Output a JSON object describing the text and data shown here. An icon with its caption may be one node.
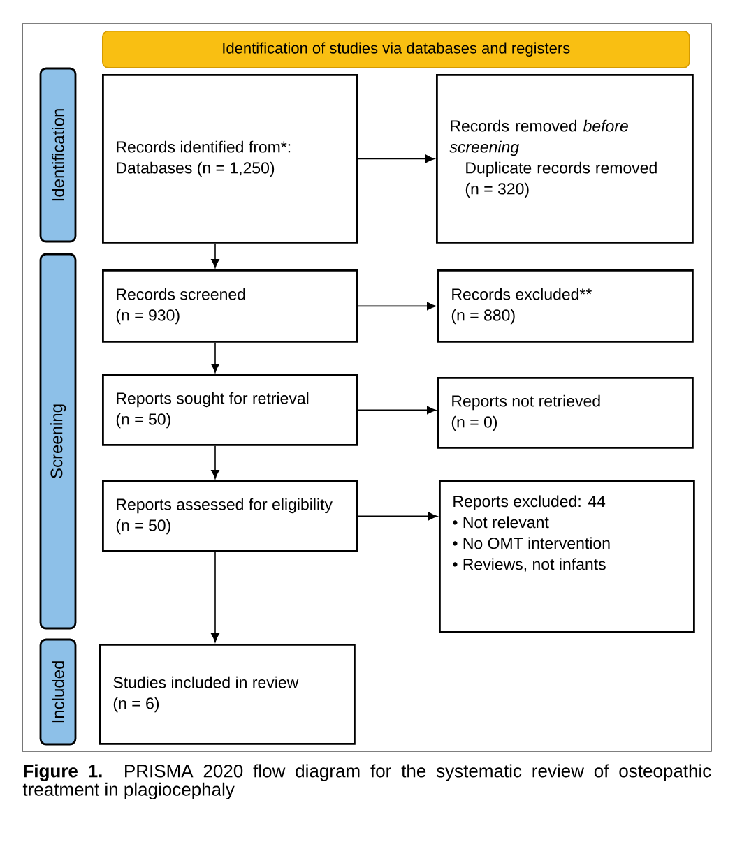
{
  "diagram": {
    "caption": "**Figure 1.** PRISMA 2020 flow diagram for the systematic review of osteopathic treatment in plagiocephaly",
    "nodes": [
      {
        "text": [
          "Identification of studies via databases and registers"
        ]
      },
      {
        "text": [
          "Identification"
        ]
      },
      {
        "text": [
          "Records identified from*:",
          "Databases (n = 1,250)"
        ]
      },
      {
        "text": [
          "Records removed *before screening*",
          "Duplicate records removed (n = 320)"
        ]
      },
      {
        "text": [
          "Screening"
        ]
      },
      {
        "text": [
          "Records screened",
          "(n = 930)"
        ]
      },
      {
        "text": [
          "Records excluded**",
          "(n = 880)"
        ]
      },
      {
        "text": [
          "Reports sought for retrieval",
          "(n = 50)"
        ]
      },
      {
        "text": [
          "Reports not retrieved",
          "(n = 0)"
        ]
      },
      {
        "text": [
          "Reports assessed for eligibility",
          "(n = 50)"
        ]
      },
      {
        "text": [
          "Reports excluded: 44",
          "• Not relevant",
          "• No OMT intervention",
          "• Reviews, not infants"
        ]
      },
      {
        "text": [
          "Included"
        ]
      },
      {
        "text": [
          "Studies included in review",
          "(n = 6)"
        ]
      }
    ],
    "edges": [
      {
        "from": 2,
        "to": 3,
        "arrow": "to"
      },
      {
        "from": 2,
        "to": 5,
        "arrow": "to"
      },
      {
        "from": 5,
        "to": 6,
        "arrow": "to"
      },
      {
        "from": 5,
        "to": 7,
        "arrow": "to"
      },
      {
        "from": 7,
        "to": 8,
        "arrow": "to"
      },
      {
        "from": 7,
        "to": 9,
        "arrow": "to"
      },
      {
        "from": 9,
        "to": 10,
        "arrow": "to"
      },
      {
        "from": 9,
        "to": 12,
        "arrow": "to"
      }
    ]
  }
}
